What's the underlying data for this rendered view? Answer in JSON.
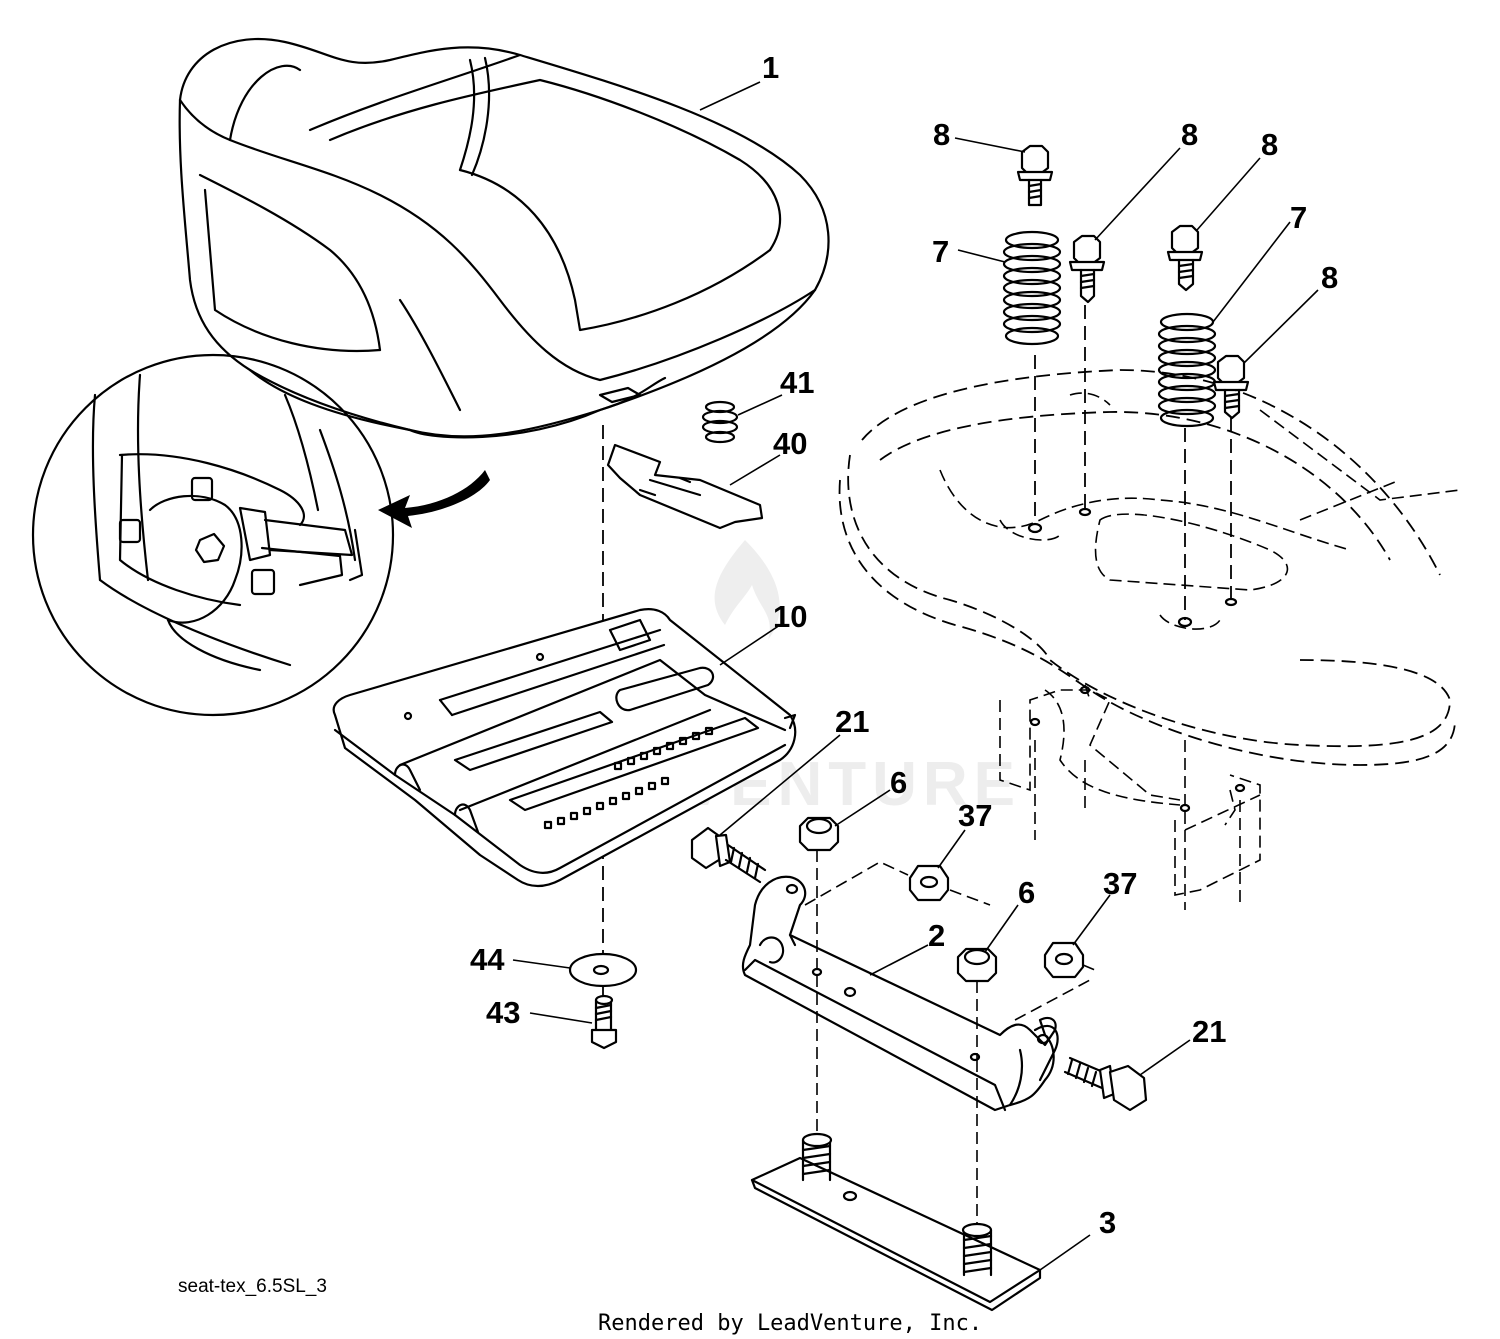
{
  "watermark": {
    "text": "LEADVENTURE"
  },
  "figure_id": "seat-tex_6.5SL_3",
  "credit": "Rendered by LeadVenture, Inc.",
  "callouts": {
    "seat": "1",
    "spring_left": "7",
    "spring_right": "7",
    "bolt_a": "8",
    "bolt_b": "8",
    "bolt_c": "8",
    "bolt_d": "8",
    "spring_41": "41",
    "clip_40": "40",
    "seat_pan": "10",
    "bolt_21_left": "21",
    "nut_6_upper": "6",
    "nut_37_upper": "37",
    "bracket_2": "2",
    "nut_6_lower": "6",
    "nut_37_lower": "37",
    "bolt_21_right": "21",
    "washer_44": "44",
    "screw_43": "43",
    "plate_3": "3"
  }
}
